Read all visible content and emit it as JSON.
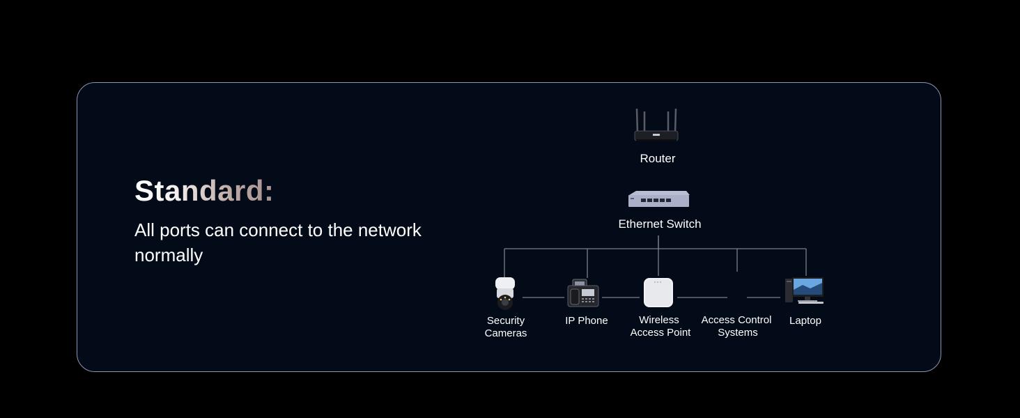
{
  "heading": {
    "title": "Standard:",
    "subtitle": "All ports can connect to the network normally"
  },
  "diagram": {
    "router": {
      "label": "Router",
      "icon": "router-icon"
    },
    "switch": {
      "label": "Ethernet Switch",
      "icon": "ethernet-switch-icon"
    },
    "devices": [
      {
        "line1": "Security",
        "line2": "Cameras",
        "icon": "security-camera-icon"
      },
      {
        "line1": "IP Phone",
        "line2": "",
        "icon": "ip-phone-icon"
      },
      {
        "line1": "Wireless",
        "line2": "Access Point",
        "icon": "wireless-access-point-icon"
      },
      {
        "line1": "Access Control",
        "line2": "Systems",
        "icon": "access-control-icon"
      },
      {
        "line1": "Laptop",
        "line2": "",
        "icon": "laptop-icon"
      }
    ]
  },
  "colors": {
    "background": "#000000",
    "panel": "#030a18",
    "panel_border": "#8f96b4",
    "connector": "#7c7f88"
  }
}
